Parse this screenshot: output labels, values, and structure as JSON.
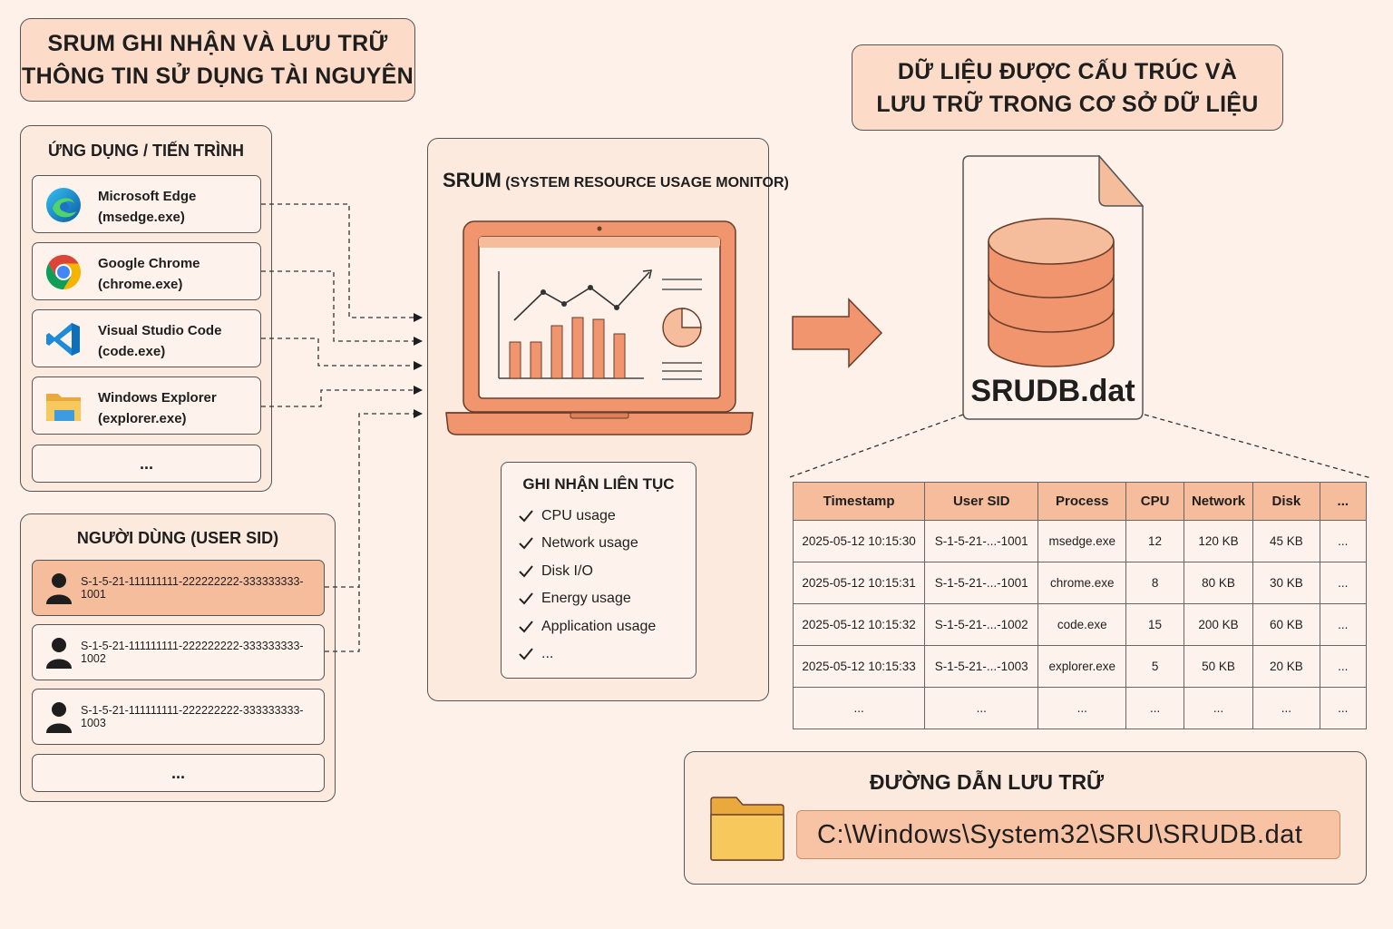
{
  "header_left": {
    "line1": "SRUM GHI NHẬN VÀ LƯU TRỮ",
    "line2": "THÔNG TIN SỬ DỤNG TÀI NGUYÊN"
  },
  "header_right": {
    "line1": "DỮ LIỆU ĐƯỢC CẤU TRÚC VÀ",
    "line2": "LƯU TRỮ TRONG CƠ SỞ DỮ LIỆU"
  },
  "apps_panel": {
    "title": "ỨNG DỤNG / TIẾN TRÌNH",
    "items": [
      {
        "name": "Microsoft Edge",
        "exe": "(msedge.exe)",
        "icon": "edge-icon"
      },
      {
        "name": "Google Chrome",
        "exe": "(chrome.exe)",
        "icon": "chrome-icon"
      },
      {
        "name": "Visual Studio Code",
        "exe": "(code.exe)",
        "icon": "vscode-icon"
      },
      {
        "name": "Windows Explorer",
        "exe": "(explorer.exe)",
        "icon": "folder-icon"
      }
    ],
    "more": "..."
  },
  "users_panel": {
    "title": "NGƯỜI DÙNG (USER SID)",
    "items": [
      {
        "sid": "S-1-5-21-111111111-222222222-333333333-1001",
        "highlighted": true
      },
      {
        "sid": "S-1-5-21-111111111-222222222-333333333-1002",
        "highlighted": false
      },
      {
        "sid": "S-1-5-21-111111111-222222222-333333333-1003",
        "highlighted": false
      }
    ],
    "more": "..."
  },
  "srum_panel": {
    "title_main": "SRUM",
    "title_sub": "(SYSTEM RESOURCE USAGE MONITOR)",
    "monitor_title": "GHI NHẬN LIÊN TỤC",
    "items": [
      "CPU usage",
      "Network usage",
      "Disk I/O",
      "Energy usage",
      "Application usage",
      "..."
    ]
  },
  "file": {
    "name": "SRUDB.dat"
  },
  "table": {
    "headers": [
      "Timestamp",
      "User SID",
      "Process",
      "CPU",
      "Network",
      "Disk",
      "..."
    ],
    "rows": [
      [
        "2025-05-12 10:15:30",
        "S-1-5-21-...-1001",
        "msedge.exe",
        "12",
        "120 KB",
        "45 KB",
        "..."
      ],
      [
        "2025-05-12 10:15:31",
        "S-1-5-21-...-1001",
        "chrome.exe",
        "8",
        "80 KB",
        "30 KB",
        "..."
      ],
      [
        "2025-05-12 10:15:32",
        "S-1-5-21-...-1002",
        "code.exe",
        "15",
        "200 KB",
        "60 KB",
        "..."
      ],
      [
        "2025-05-12 10:15:33",
        "S-1-5-21-...-1003",
        "explorer.exe",
        "5",
        "50 KB",
        "20 KB",
        "..."
      ],
      [
        "...",
        "...",
        "...",
        "...",
        "...",
        "...",
        "..."
      ]
    ]
  },
  "path_panel": {
    "title": "ĐƯỜNG DẪN LƯU TRỮ",
    "path": "C:\\Windows\\System32\\SRU\\SRUDB.dat"
  },
  "colors": {
    "background": "#fdf1e9",
    "accent": "#f0956d",
    "accent_light": "#fcdcc8",
    "header_fill": "#f6bd9c"
  }
}
